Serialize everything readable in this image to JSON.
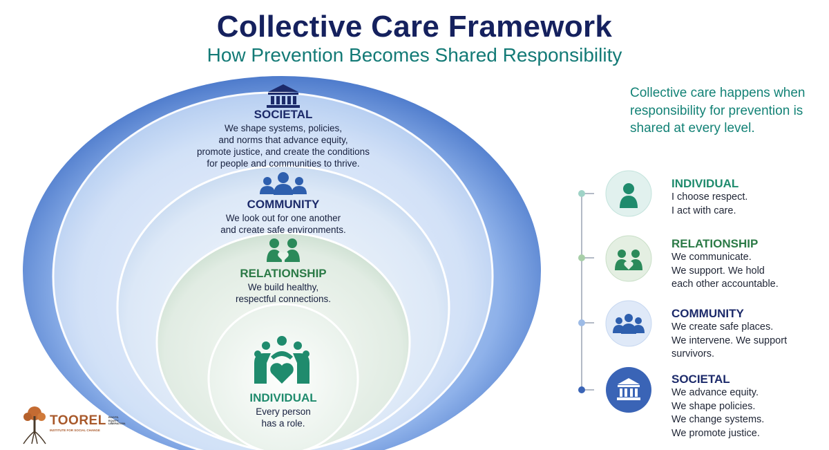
{
  "header": {
    "title": "Collective Care Framework",
    "subtitle": "How Prevention Becomes Shared Responsibility"
  },
  "rings": {
    "societal": {
      "label": "SOCIETAL",
      "lines": [
        "We shape systems, policies,",
        "and norms that advance equity,",
        "promote justice, and create the conditions",
        "for people and communities to thrive."
      ],
      "icon": "government-building-icon"
    },
    "community": {
      "label": "COMMUNITY",
      "lines": [
        "We look out for one another",
        "and create safe environments."
      ],
      "icon": "group-people-icon"
    },
    "relationship": {
      "label": "RELATIONSHIP",
      "lines": [
        "We build healthy,",
        "respectful connections."
      ],
      "icon": "two-people-heart-icon"
    },
    "individual": {
      "label": "INDIVIDUAL",
      "lines": [
        "Every person",
        "has a role."
      ],
      "icon": "people-around-heart-icon"
    }
  },
  "sidebar": {
    "intro": "Collective care happens when responsibility for prevention is shared at every level.",
    "items": [
      {
        "label": "INDIVIDUAL",
        "lines": [
          "I choose respect.",
          "I act with care."
        ],
        "icon": "person-icon"
      },
      {
        "label": "RELATIONSHIP",
        "lines": [
          "We communicate.",
          "We support. We hold",
          "each other accountable."
        ],
        "icon": "two-people-heart-icon"
      },
      {
        "label": "COMMUNITY",
        "lines": [
          "We create safe places.",
          "We intervene. We support",
          "survivors."
        ],
        "icon": "group-people-icon"
      },
      {
        "label": "SOCIETAL",
        "lines": [
          "We advance equity.",
          "We shape policies.",
          "We change systems.",
          "We promote justice."
        ],
        "icon": "government-building-icon"
      }
    ]
  },
  "logo": {
    "name": "TOOREL",
    "tagline_lines": [
      "ROOTS.",
      "EQUITY.",
      "LIBERATION."
    ],
    "subtitle": "INSTITUTE FOR SOCIAL CHANGE",
    "icon": "tree-roots-icon"
  },
  "colors": {
    "navy": "#1c2a6a",
    "teal": "#138276",
    "green": "#2b7a46",
    "ring_blue": "#3a6fc4"
  }
}
